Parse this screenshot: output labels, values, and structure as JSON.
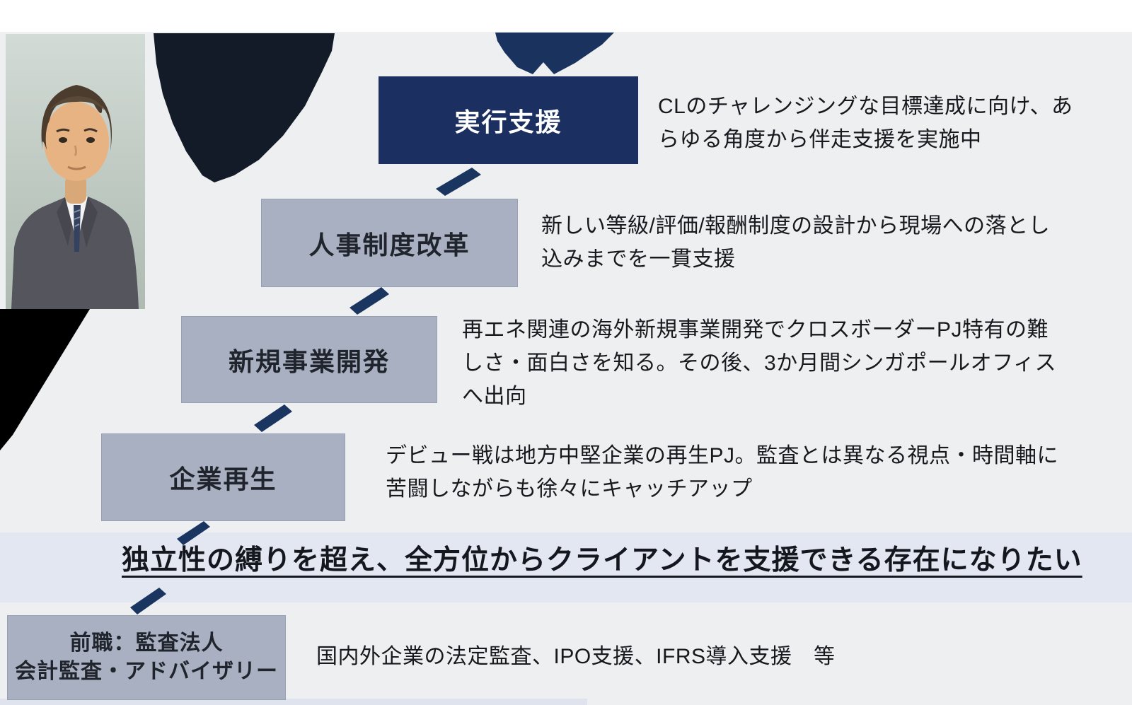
{
  "headline": "独立性の縛りを超え、全方位からクライアントを支援できる存在になりたい",
  "steps": [
    {
      "label": "実行支援",
      "description": "CLのチャレンジングな目標達成に向け、あ\nらゆる角度から伴走支援を実施中",
      "emphasis": "current"
    },
    {
      "label": "人事制度改革",
      "description": "新しい等級/評価/報酬制度の設計から現場への落とし\n込みまでを一貫支援",
      "emphasis": "past"
    },
    {
      "label": "新規事業開発",
      "description": "再エネ関連の海外新規事業開発でクロスボーダーPJ特有の難\nしさ・面白さを知る。その後、3か月間シンガポールオフィス\nへ出向",
      "emphasis": "past"
    },
    {
      "label": "企業再生",
      "description": "デビュー戦は地方中堅企業の再生PJ。監査とは異なる視点・時間軸に\n苦闘しながらも徐々にキャッチアップ",
      "emphasis": "past"
    },
    {
      "label": "前職：監査法人\n会計監査・アドバイザリー",
      "description": "国内外企業の法定監査、IPO支援、IFRS導入支援　等",
      "emphasis": "previous-job"
    }
  ],
  "decorations": {
    "portrait": "member-portrait-photo",
    "arrow": "upward-career-arrow"
  },
  "colors": {
    "accent_navy": "#1b3060",
    "connector_navy": "#1a355f",
    "step_box_gray": "#a9b0c2",
    "silhouette_dark": "#141b28",
    "silhouette_black": "#000000",
    "band_lavender": "#e3e7f1",
    "background_gray": "#eeeff0",
    "headline_text": "#14171e",
    "body_text": "#17191e"
  }
}
